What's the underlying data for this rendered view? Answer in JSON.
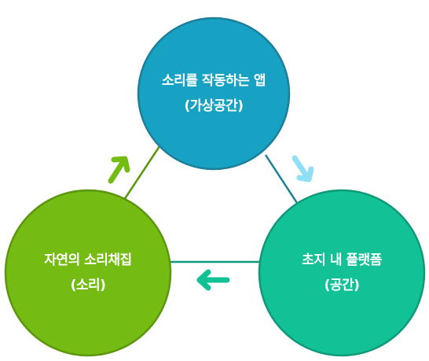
{
  "nodes": {
    "top": {
      "line1": "소리를 작동하는 앱",
      "line2": "(가상공간)",
      "fill": "#17a2c4",
      "stroke": "#1b7f9c"
    },
    "right": {
      "line1": "초지 내 플랫폼",
      "line2": "(공간)",
      "fill": "#12c296",
      "stroke": "#0e9a78"
    },
    "left": {
      "line1": "자연의 소리채집",
      "line2": "(소리)",
      "fill": "#74bb13",
      "stroke": "#5c960d"
    }
  },
  "arrows": {
    "top_to_right": {
      "color": "#8fdff5",
      "icon": "arrow-down-right-icon"
    },
    "right_to_left": {
      "color": "#12c296",
      "icon": "arrow-left-icon"
    },
    "left_to_top": {
      "color": "#74bb13",
      "icon": "arrow-up-right-icon"
    }
  },
  "connectors": {
    "top_left_color": "#5c960d",
    "top_right_color": "#1b7f9c",
    "left_right_color": "#0e9a78"
  }
}
